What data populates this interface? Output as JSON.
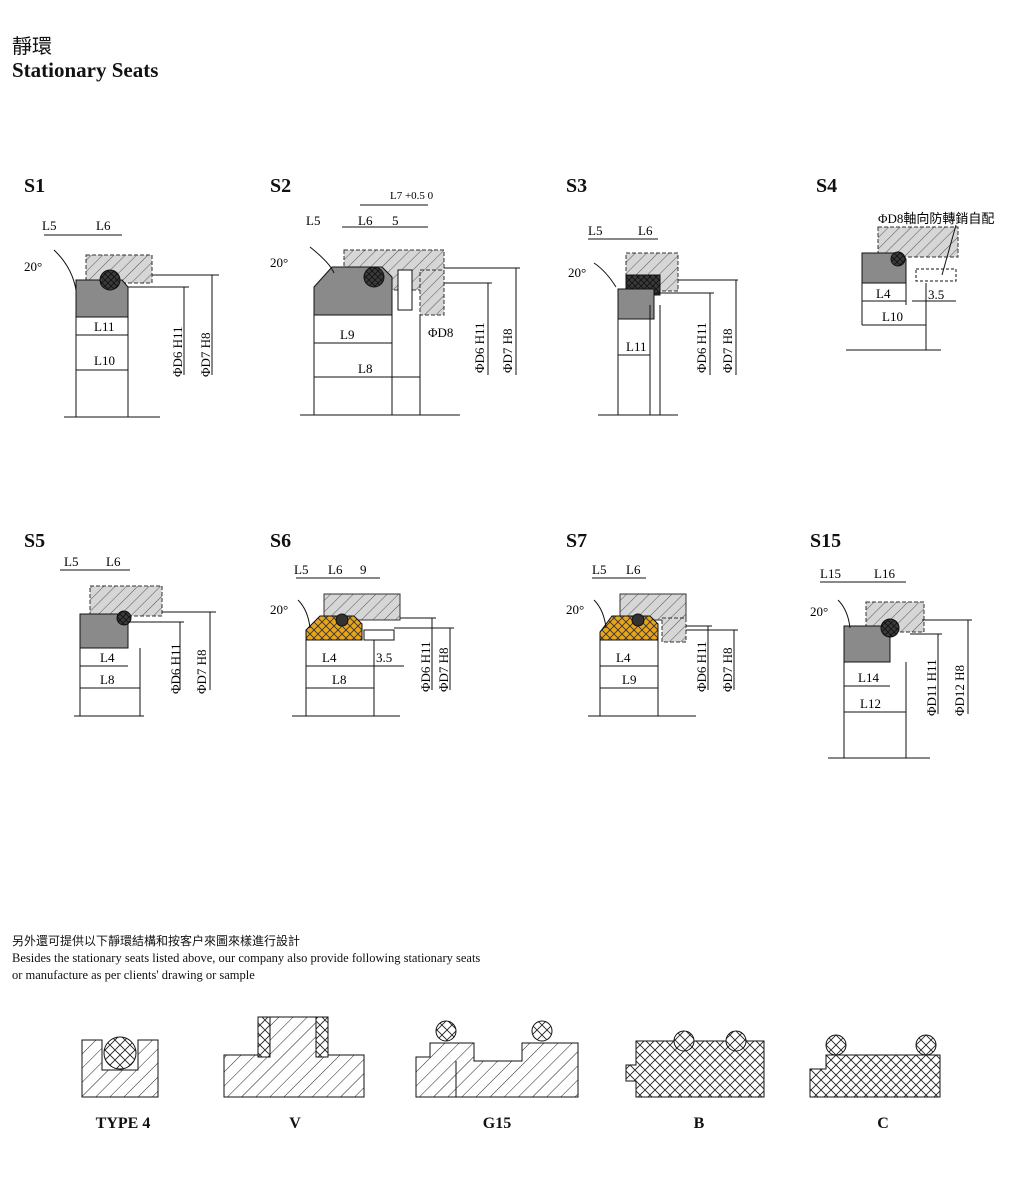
{
  "header": {
    "title_cn": "靜環",
    "title_en": "Stationary Seats"
  },
  "seats": {
    "s1": {
      "name": "S1",
      "labels": [
        "L5",
        "L6",
        "20°",
        "L11",
        "L10",
        "ΦD6 H11",
        "ΦD7 H8"
      ]
    },
    "s2": {
      "name": "S2",
      "labels": [
        "L7 +0.5 0",
        "L5",
        "L6",
        "5",
        "20°",
        "ΦD8",
        "L9",
        "L8",
        "ΦD6 H11",
        "ΦD7 H8"
      ]
    },
    "s3": {
      "name": "S3",
      "labels": [
        "L5",
        "L6",
        "20°",
        "L11",
        "ΦD6 H11",
        "ΦD7 H8"
      ]
    },
    "s4": {
      "name": "S4",
      "labels": [
        "ΦD8軸向防轉銷自配",
        "L4",
        "3.5",
        "L10"
      ]
    },
    "s5": {
      "name": "S5",
      "labels": [
        "L5",
        "L6",
        "L4",
        "L8",
        "ΦD6 H11",
        "ΦD7 H8"
      ]
    },
    "s6": {
      "name": "S6",
      "labels": [
        "L5",
        "L6",
        "9",
        "20°",
        "L4",
        "3.5",
        "L8",
        "ΦD6 H11",
        "ΦD7 H8"
      ]
    },
    "s7": {
      "name": "S7",
      "labels": [
        "L5",
        "L6",
        "20°",
        "L4",
        "L9",
        "ΦD6 H11",
        "ΦD7 H8"
      ]
    },
    "s15": {
      "name": "S15",
      "labels": [
        "L15",
        "L16",
        "20°",
        "L14",
        "L12",
        "ΦD11 H11",
        "ΦD12 H8"
      ]
    }
  },
  "note": {
    "cn": "另外還可提供以下靜環結構和按客户來圖來樣進行設計",
    "en_line1": "Besides the stationary seats listed above, our company also provide following stationary seats",
    "en_line2": "or manufacture as per clients' drawing or sample"
  },
  "types": [
    "TYPE 4",
    "V",
    "G15",
    "B",
    "C"
  ],
  "colors": {
    "seat_gray": "#8a8a8a",
    "housing_gray": "#d6d6d6",
    "oring_dark": "#333333",
    "ptfe_yellow": "#e8a51c",
    "line": "#111111"
  }
}
